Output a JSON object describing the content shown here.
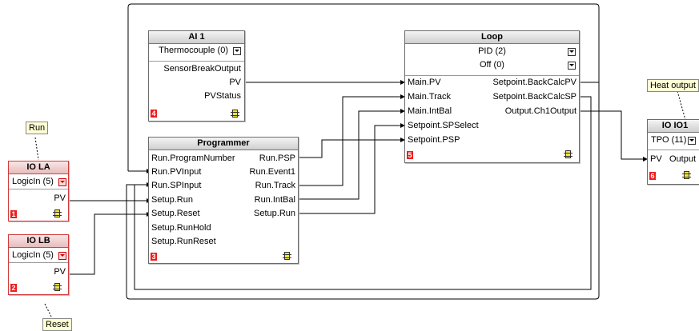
{
  "notes": {
    "run": "Run",
    "reset": "Reset",
    "heat_output": "Heat output"
  },
  "blocks": {
    "ai1": {
      "title": "AI 1",
      "selector": "Thermocouple (0)",
      "outputs": [
        "SensorBreakOutput",
        "PV",
        "PVStatus"
      ],
      "number": "4"
    },
    "loop": {
      "title": "Loop",
      "selectors": [
        "PID (2)",
        "Off (0)"
      ],
      "inputs": [
        "Main.PV",
        "Main.Track",
        "Main.IntBal",
        "Setpoint.SPSelect",
        "Setpoint.PSP"
      ],
      "outputs": [
        "Setpoint.BackCalcPV",
        "Setpoint.BackCalcSP",
        "Output.Ch1Output"
      ],
      "number": "5"
    },
    "programmer": {
      "title": "Programmer",
      "inputs": [
        "Run.ProgramNumber",
        "Run.PVInput",
        "Run.SPInput",
        "Setup.Run",
        "Setup.Reset",
        "Setup.RunHold",
        "Setup.RunReset"
      ],
      "outputs": [
        "Run.PSP",
        "Run.Event1",
        "Run.Track",
        "Run.IntBal",
        "Setup.Run"
      ],
      "number": "3"
    },
    "iola": {
      "title": "IO LA",
      "selector": "LogicIn (5)",
      "output": "PV",
      "number": "1"
    },
    "iolb": {
      "title": "IO LB",
      "selector": "LogicIn (5)",
      "output": "PV",
      "number": "2"
    },
    "ioio1": {
      "title": "IO IO1",
      "selector": "TPO (11)",
      "input": "PV",
      "output": "Output",
      "number": "6"
    }
  },
  "colors": {
    "wire": "#000000",
    "red_border": "#d23a3a",
    "badge": "#ee1b1b",
    "module": "#f3e53f",
    "note_bg": "#ffffd4"
  }
}
